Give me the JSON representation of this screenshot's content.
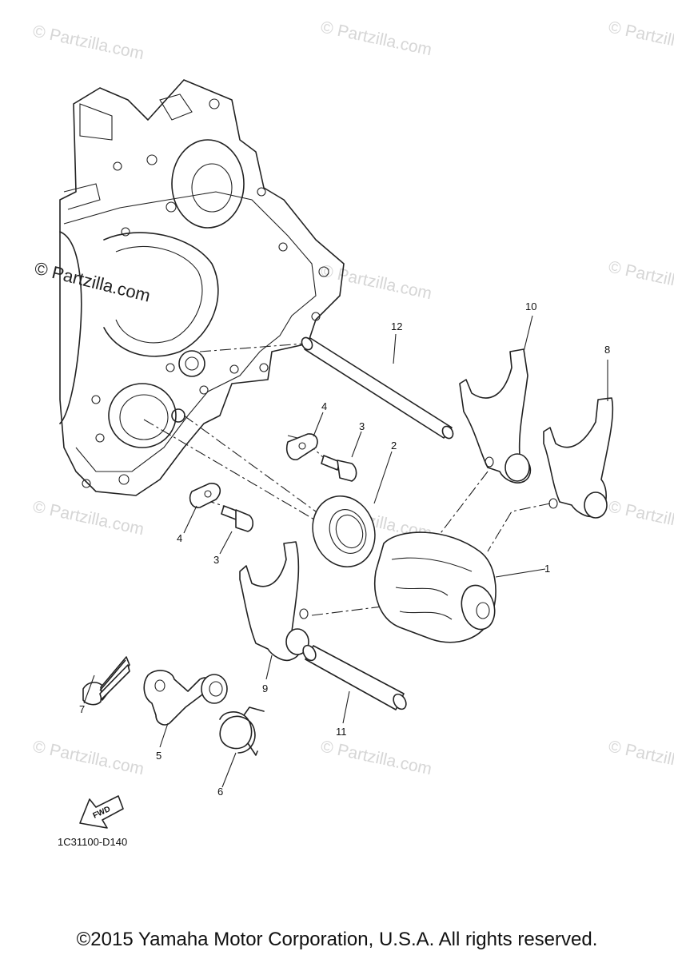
{
  "watermark": "© Partzilla.com",
  "diagram_code": "1C31100-D140",
  "fwd_label": "FWD",
  "copyright": "©2015 Yamaha Motor Corporation, U.S.A. All rights reserved.",
  "callouts": {
    "shift_cam": "1",
    "bearing": "2",
    "bolt_upper": "3",
    "bolt_lower": "3",
    "stopper_upper": "4",
    "stopper_lower": "4",
    "segment_lever": "5",
    "torsion_spring": "6",
    "lever_bolt": "7",
    "fork_right": "8",
    "fork_front": "9",
    "fork_upper": "10",
    "guide_bar_lower": "11",
    "guide_bar_upper": "12"
  }
}
